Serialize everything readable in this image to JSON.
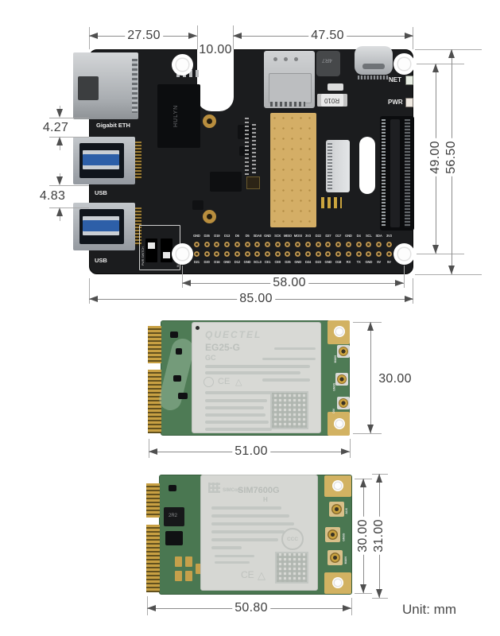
{
  "unit_label": "Unit: mm",
  "hat_board": {
    "dimensions": {
      "top_left_width": "27.50",
      "notch_width": "10.00",
      "top_right_width": "47.50",
      "eth_usb_gap": "4.27",
      "usb_usb_gap": "4.83",
      "hole_spacing_vertical": "49.00",
      "board_height": "56.50",
      "hole_spacing_horizontal": "58.00",
      "board_width": "85.00"
    },
    "labels": {
      "gigabit_eth": "Gigabit ETH",
      "usb_top": "USB",
      "usb_bottom": "USB",
      "net_led": "NET",
      "pwr_led": "PWR",
      "resistor": "R010",
      "inductor": "4R7",
      "eth_chip": "HULYN",
      "switch_left": "PWR SWITCH",
      "switch_right": "M-PCIe SWITCH"
    },
    "gpio": {
      "top_row": [
        "GND",
        "D26",
        "D19",
        "D13",
        "D6",
        "D5",
        "SDA0",
        "GND",
        "SCK",
        "MISO",
        "MOSI",
        "3V3",
        "D22",
        "D27",
        "D17",
        "GND",
        "D4",
        "SCL",
        "SDA",
        "3V3"
      ],
      "bottom_row": [
        "D21",
        "D20",
        "D16",
        "GND",
        "D12",
        "GND",
        "SCL0",
        "CE1",
        "CE0",
        "D25",
        "GND",
        "D24",
        "D23",
        "GND",
        "D18",
        "RX",
        "TX",
        "GND",
        "5V",
        "5V"
      ]
    }
  },
  "ec25_module": {
    "silkscreen": {
      "brand": "QUECTEL",
      "model": "EG25-G",
      "variant": "GC",
      "ce_mark": "CE",
      "triangle_mark": "△"
    },
    "antennas": [
      "MAIN",
      "GNSS",
      "DIV"
    ],
    "dimensions": {
      "width": "51.00",
      "height": "30.00"
    }
  },
  "sim7600_module": {
    "silkscreen": {
      "brand": "SIMCom",
      "model": "SIM7600G",
      "variant": "H",
      "ccc_mark": "CCC",
      "ce_mark": "CE",
      "triangle_mark": "△"
    },
    "antennas": [
      "AUX",
      "GNSS",
      "MAIN"
    ],
    "dimensions": {
      "width": "50.80",
      "height_inner": "30.00",
      "height_outer": "31.00"
    }
  },
  "colors": {
    "board_black": "#1b1c1e",
    "pcb_green": "#4e7b55",
    "gold": "#c9a23f",
    "thermal_pad": "#d4ae66",
    "usb_blue": "#2d5fa8",
    "silver": "#c6c8ca",
    "dim_text": "#3e3e3e"
  }
}
